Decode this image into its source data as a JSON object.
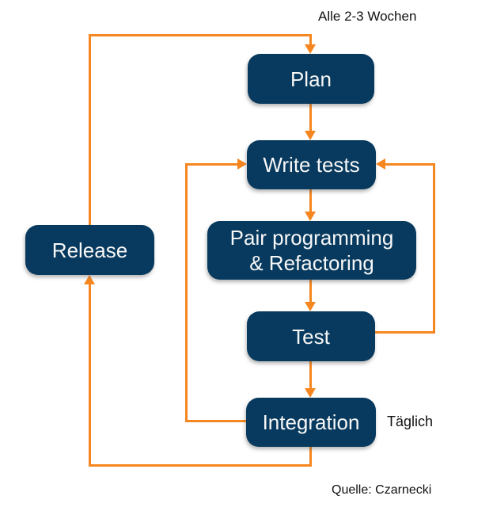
{
  "colors": {
    "background": "#ffffff",
    "node_bg": "#073a5e",
    "node_text": "#f7f7f7",
    "arrow": "#f6861f",
    "label_text": "#111111"
  },
  "nodes": {
    "plan": {
      "label": "Plan"
    },
    "write_tests": {
      "label": "Write tests"
    },
    "pair": {
      "line1": "Pair programming",
      "line2": "& Refactoring"
    },
    "test": {
      "label": "Test"
    },
    "integration": {
      "label": "Integration"
    },
    "release": {
      "label": "Release"
    }
  },
  "annotations": {
    "cycle_weeks": "Alle 2-3 Wochen",
    "daily": "Täglich",
    "source": "Quelle: Czarnecki"
  }
}
